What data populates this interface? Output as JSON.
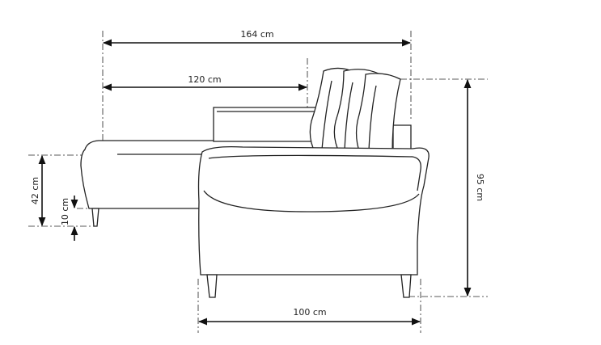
{
  "dimensions": {
    "total_width": "164 cm",
    "chaise_length": "120 cm",
    "seat_height": "42 cm",
    "leg_height": "10 cm",
    "total_height": "95 cm",
    "depth": "100 cm"
  }
}
